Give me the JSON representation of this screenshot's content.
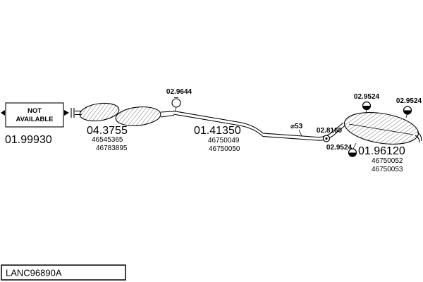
{
  "diagram": {
    "not_available": {
      "line1": "NOT",
      "line2": "AVAILABLE"
    },
    "codes": {
      "front": "01.99930",
      "catalyst": "04.3755",
      "clamp": "02.9644",
      "midpipe": "01.41350",
      "diameter": "⌀53",
      "bracket": "02.8160",
      "hanger_top_left": "02.9524",
      "hanger_top_right": "02.9524",
      "hanger_bottom": "02.9524",
      "rear": "01.96120"
    },
    "parts": {
      "catalyst": [
        "46545365",
        "46783895"
      ],
      "midpipe": [
        "46750049",
        "46750050"
      ],
      "rear": [
        "46750052",
        "46750053"
      ]
    },
    "drawing_number": "LANC96890A"
  }
}
